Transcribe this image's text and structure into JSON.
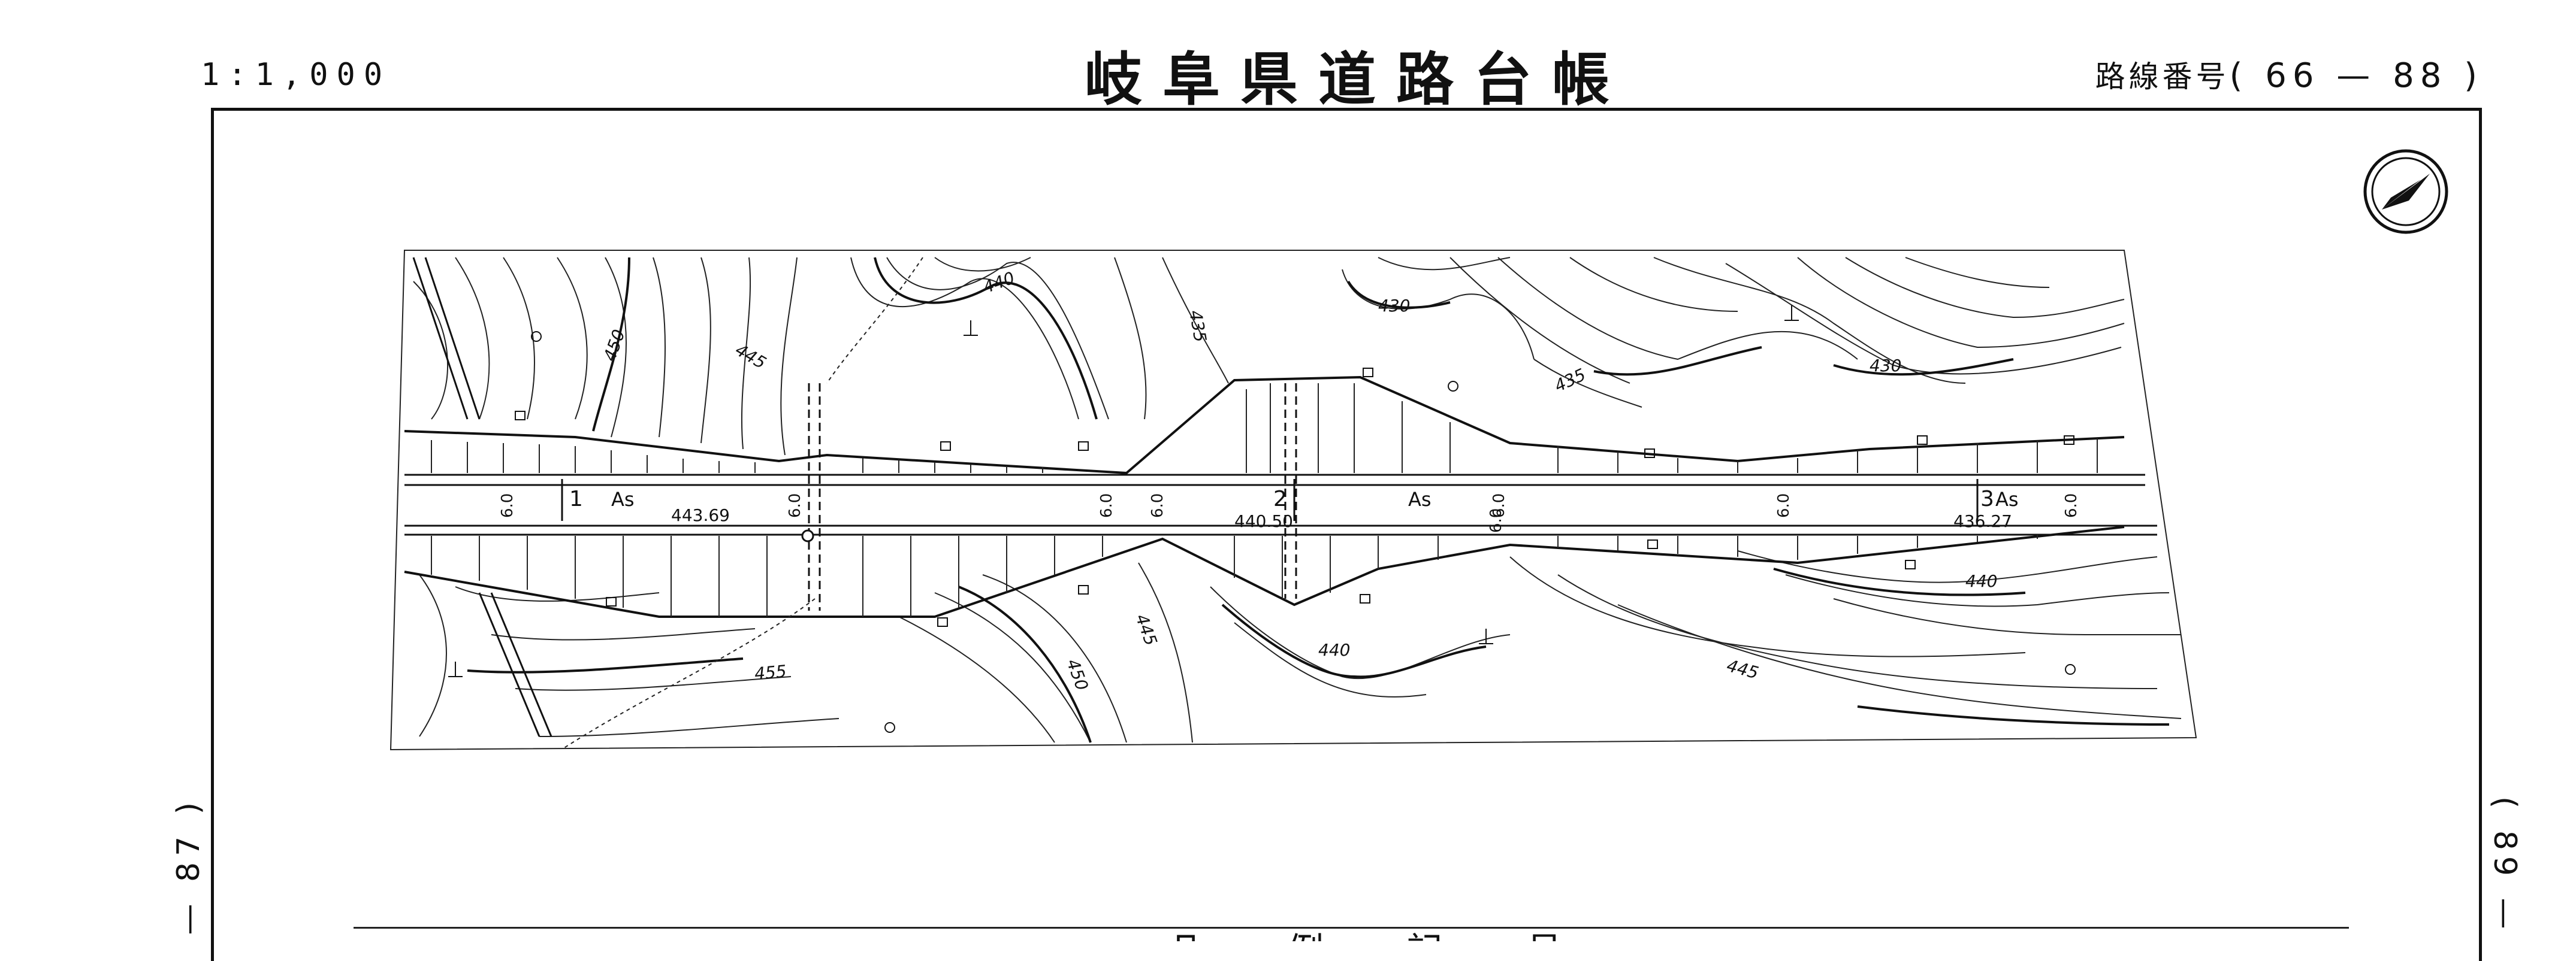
{
  "header": {
    "scale": "1:1,000",
    "title": "岐阜県道路台帳",
    "route_label": "路線番号",
    "route_number": "( 66 — 88 )"
  },
  "side_labels": {
    "left": "— 87 )",
    "right": "( 89 —"
  },
  "map": {
    "north_arrow": "north-arrow",
    "stations": [
      "1",
      "2",
      "3"
    ],
    "surface_labels": [
      "As",
      "As",
      "As"
    ],
    "elevations": [
      "443.69",
      "440.50",
      "436.27"
    ],
    "road_width_marks": [
      "6.0",
      "6.0",
      "6.0",
      "6.0",
      "6.0",
      "6.0",
      "6.0",
      "6.0"
    ],
    "contour_labels": [
      "430",
      "430",
      "435",
      "435",
      "440",
      "440",
      "440",
      "445",
      "445",
      "445",
      "450",
      "450",
      "455"
    ]
  },
  "footer": {
    "legend_heading": "凡 例 記 号"
  }
}
